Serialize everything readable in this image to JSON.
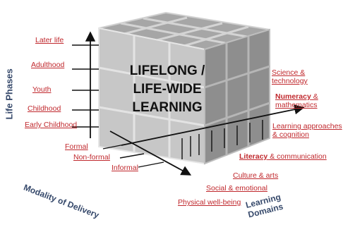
{
  "center": {
    "line1": "LIFELONG /",
    "line2": "LIFE-WIDE",
    "line3": "LEARNING"
  },
  "life_phases": {
    "title": "Life Phases",
    "items": [
      "Later life",
      "Adulthood",
      "Youth",
      "Childhood",
      "Early Childhood"
    ]
  },
  "modality": {
    "title": "Modality of Delivery",
    "items": [
      "Formal",
      "Non-formal",
      "Informal"
    ]
  },
  "domains": {
    "title_line1": "Learning",
    "title_line2": "Domains",
    "science": "Science &",
    "science2": "technology",
    "numeracy_bold": "Numeracy",
    "numeracy_rest": " &",
    "numeracy2": "mathematics",
    "learning_approaches": "Learning approaches",
    "learning_approaches2": " & cognition",
    "literacy_bold": "Literacy",
    "literacy_rest": " & communication",
    "culture": "Culture & arts",
    "social": "Social & emotional",
    "physical": "Physical well-being"
  },
  "colors": {
    "label_red": "#c0282d",
    "axis_title": "#36496b",
    "cube_top": "#a9a9a9",
    "cube_front": "#c9c9c9",
    "cube_side": "#8f8f8f"
  }
}
